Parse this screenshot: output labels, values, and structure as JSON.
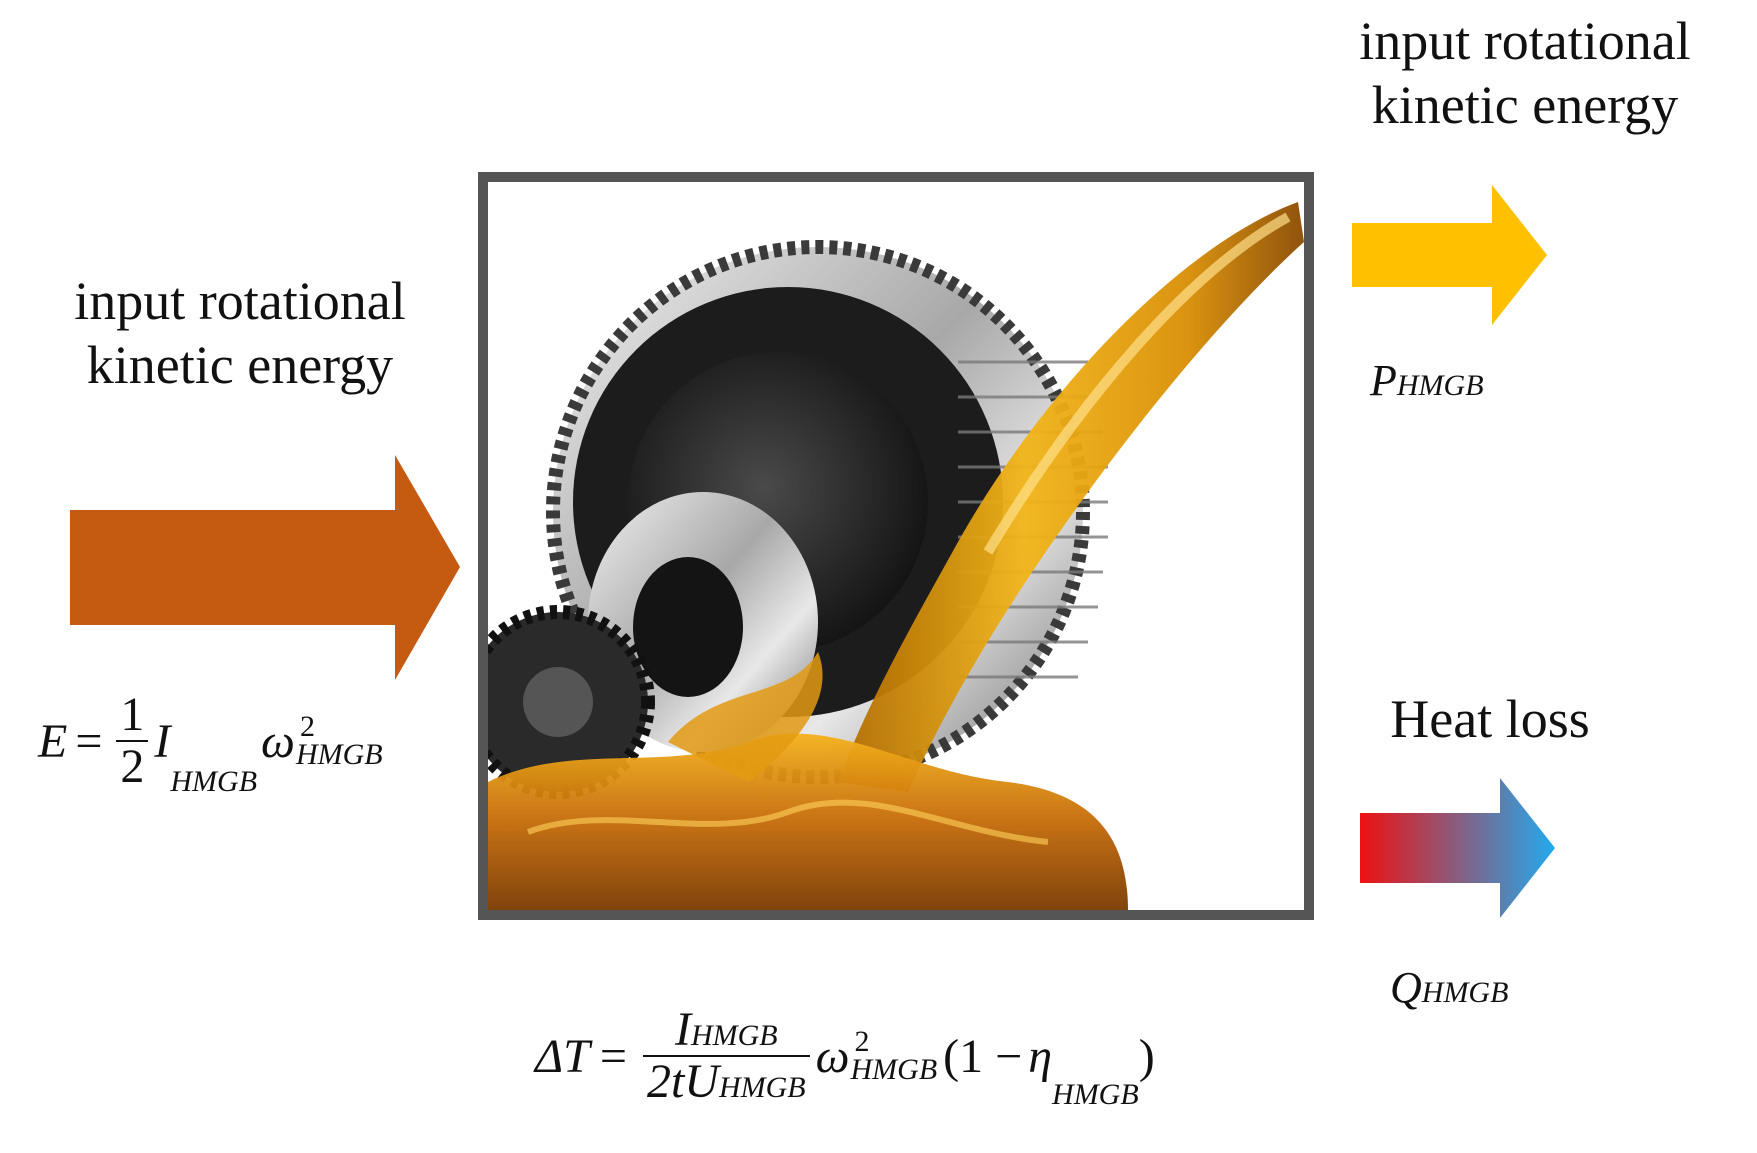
{
  "labels": {
    "left_input": [
      "input rotational",
      "kinetic energy"
    ],
    "right_output": [
      "input rotational",
      "kinetic energy"
    ],
    "heat": "Heat loss"
  },
  "symbols": {
    "p": {
      "main": "P",
      "sub": "HMGB"
    },
    "q": {
      "main": "Q",
      "sub": "HMGB"
    }
  },
  "equations": {
    "energy": {
      "lhs": "E",
      "eq": "=",
      "frac_num": "1",
      "frac_den": "2",
      "i_var": "I",
      "i_sub": "HMGB",
      "omega": "ω",
      "omega_sup": "2",
      "omega_sub": "HMGB"
    },
    "delta_t": {
      "lhs": "ΔT",
      "eq": "=",
      "num_var": "I",
      "num_sub": "HMGB",
      "den_pre": "2tU",
      "den_sub": "HMGB",
      "omega": "ω",
      "omega_sup": "2",
      "omega_sub": "HMGB",
      "paren_open": "(1 −",
      "eta": "η",
      "eta_sub": "HMGB",
      "paren_close": ")"
    }
  },
  "colors": {
    "input_arrow": "#C55A11",
    "output_arrow": "#FFC000",
    "heat_start": "#EE1111",
    "heat_end": "#22AAEE",
    "frame": "#555555",
    "oil": "#D98E04",
    "gear": "#9A9A9A"
  },
  "icons": {
    "input": "input-energy-arrow-icon",
    "output": "output-power-arrow-icon",
    "heat": "heat-loss-arrow-icon",
    "gearbox": "gearbox-oil-icon"
  }
}
